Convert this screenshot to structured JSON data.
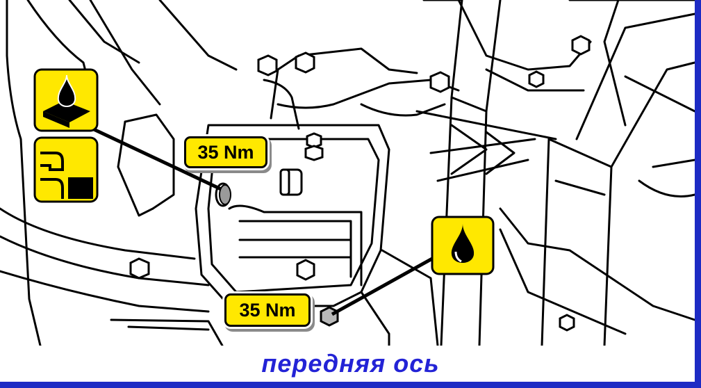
{
  "callouts": {
    "upper_torque": "35 Nm",
    "lower_torque": "35 Nm"
  },
  "caption": "передняя ось",
  "icons": {
    "oil_fill": "oil-fill-level-icon",
    "fill_plug": "fill-plug-icon",
    "oil_drain": "oil-drain-icon"
  },
  "colors": {
    "callout_yellow": "#ffe800",
    "caption_blue": "#2323d6",
    "frame_blue": "#1d2bc4"
  }
}
